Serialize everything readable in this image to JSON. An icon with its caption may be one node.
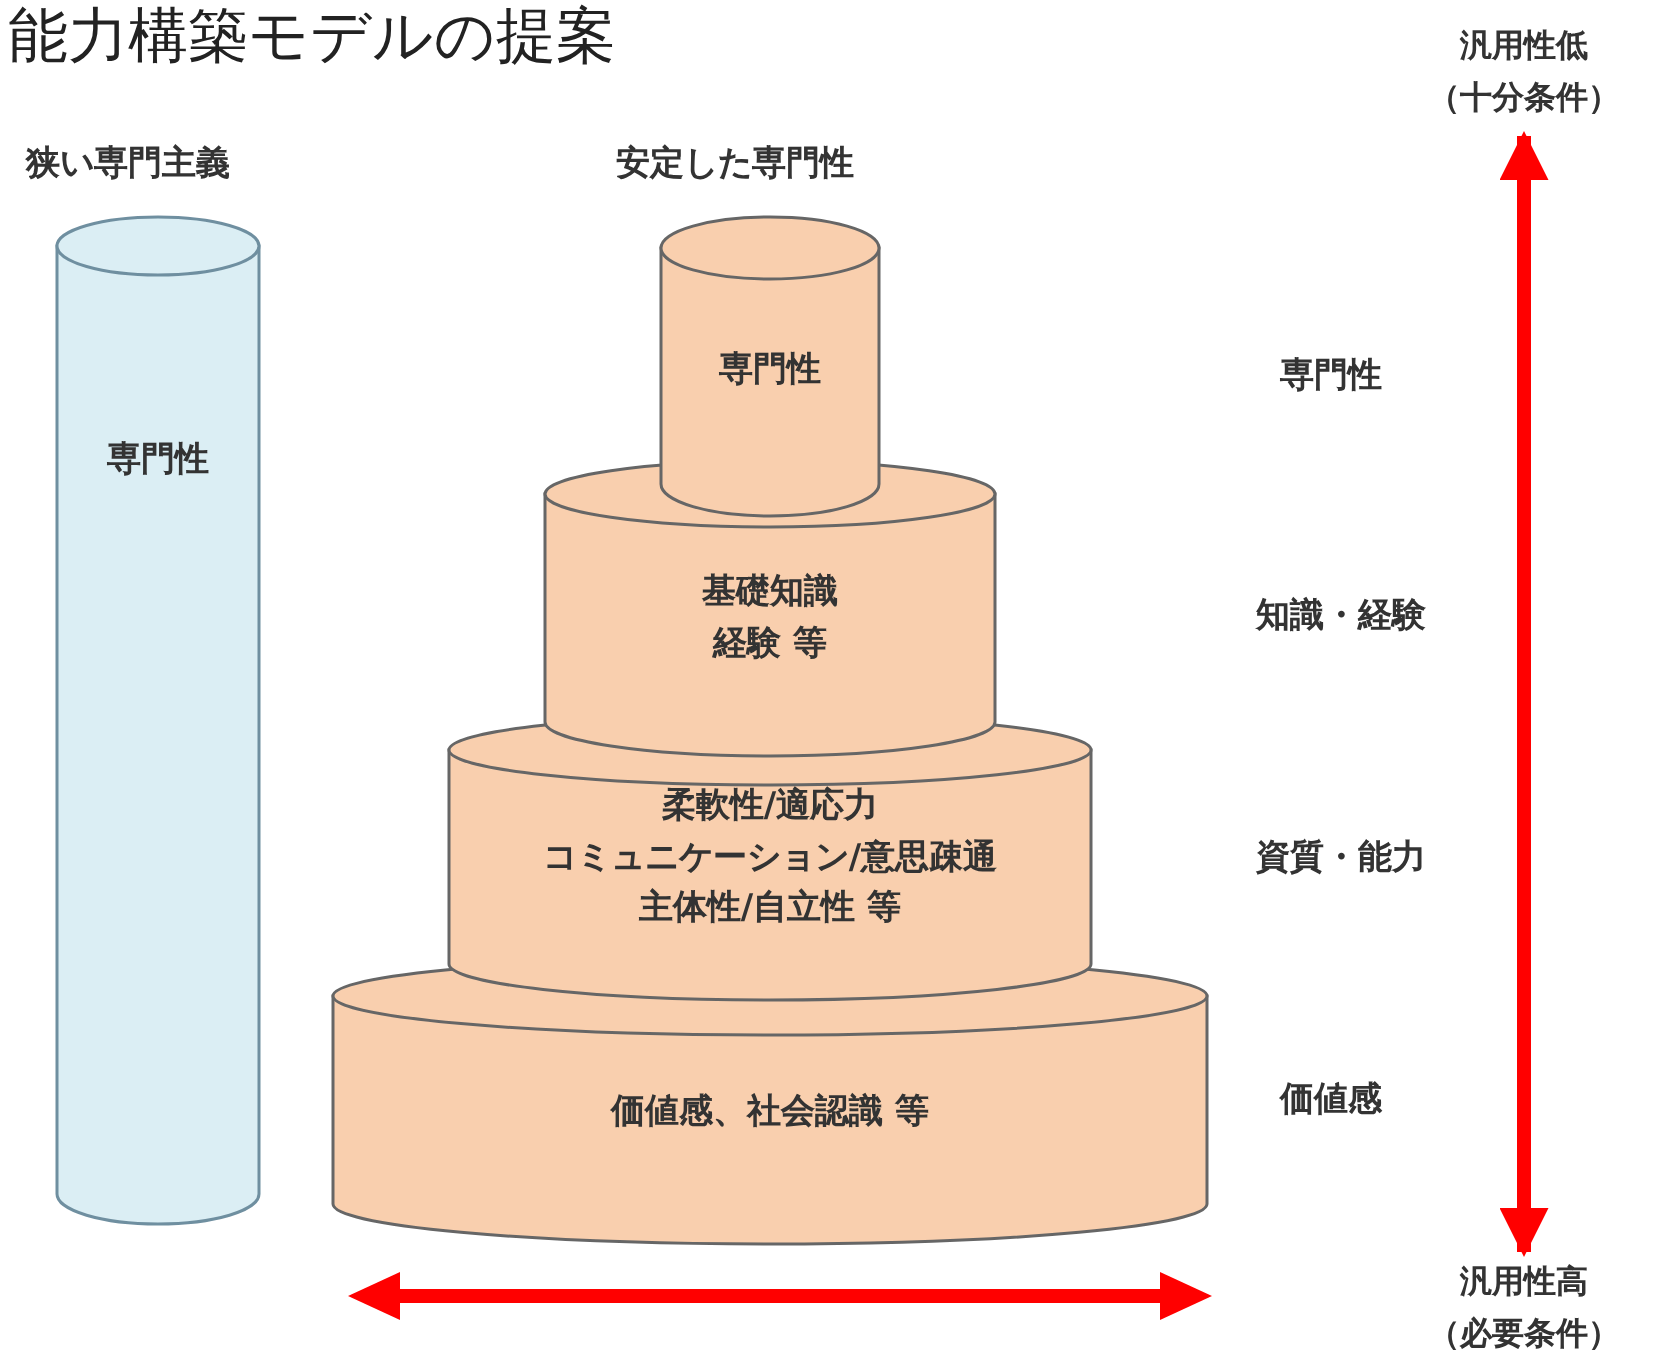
{
  "diagram": {
    "title": "能力構築モデルの提案",
    "nodes": [
      {
        "text": [
          "専門性"
        ]
      },
      {
        "text": [
          "専門性"
        ]
      },
      {
        "text": [
          "基礎知識経験 等"
        ]
      },
      {
        "text": [
          "柔軟性/適応力",
          "コミュニケーション/意思疎通",
          "主体性/自立性 等"
        ]
      },
      {
        "text": [
          "価値感、社会認識 等"
        ]
      },
      {
        "text": [
          "汎用性低（十分条件）"
        ]
      },
      {
        "text": [
          "汎用性高（必要条件）"
        ]
      }
    ],
    "edges": [
      {
        "from": 5,
        "to": 6,
        "arrow": "both",
        "color": "#ff0000"
      }
    ],
    "labels": [
      "狭い専門主義",
      "安定した専門性",
      "専門性",
      "知識・経験",
      "資質・能力",
      "価値感"
    ]
  }
}
